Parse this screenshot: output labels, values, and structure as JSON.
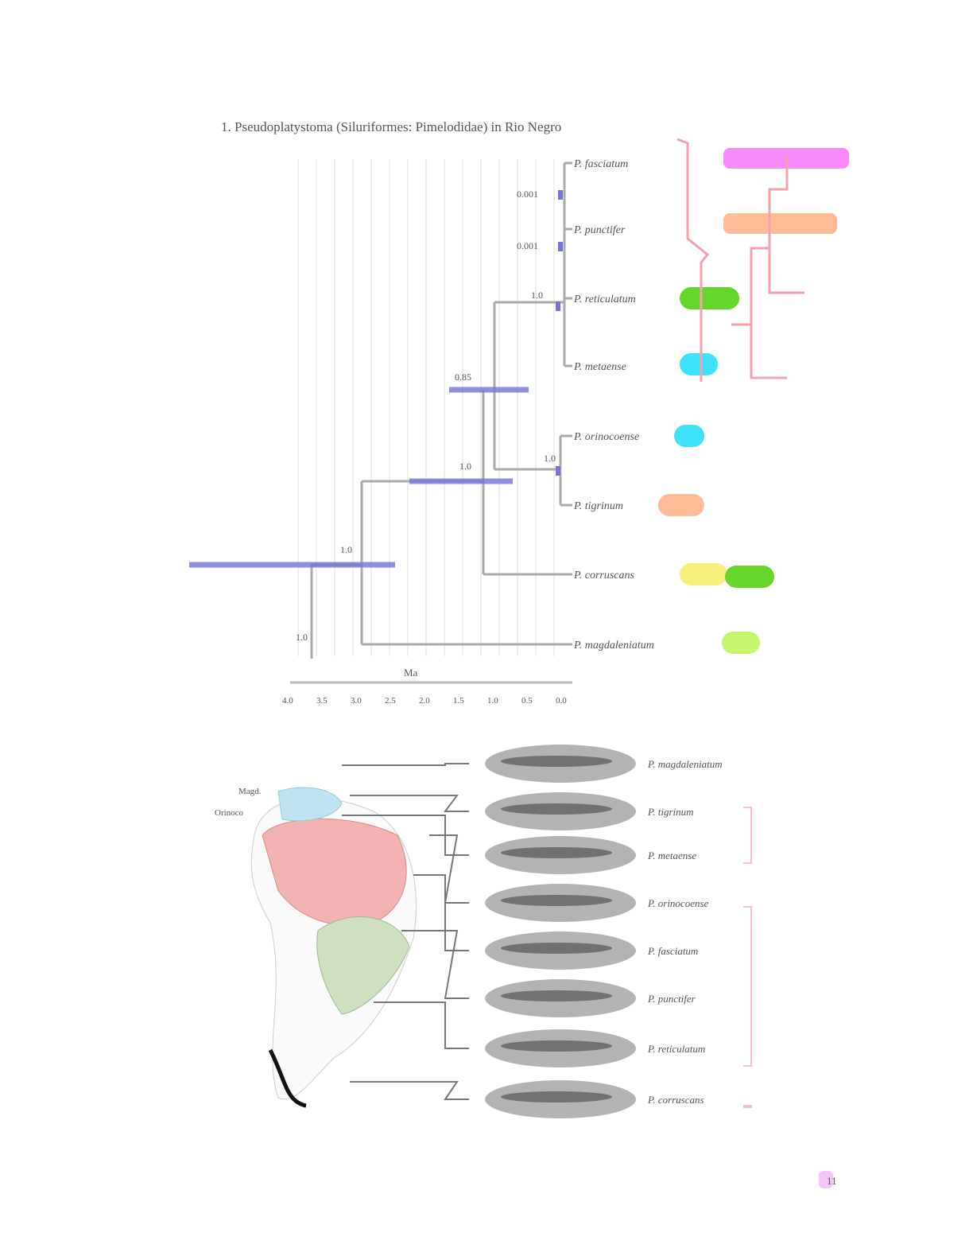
{
  "figure_title": "1.  Pseudoplatystoma (Siluriformes: Pimelodidae) in Rio Negro",
  "tree": {
    "taxa": [
      "P. fasciatum",
      "P. punctifer",
      "P. reticulatum",
      "P. metaense",
      "P. orinocoense",
      "P. tigrinum",
      "P. corruscans",
      "P. magdaleniatum"
    ],
    "node_labels": [
      "0.001",
      "0.001",
      "1.0",
      "0.85",
      "1.0",
      "1.0",
      "1.0",
      "1.0"
    ],
    "axis_label": "Ma",
    "axis_ticks": [
      "4.0",
      "3.5",
      "3.0",
      "2.5",
      "2.0",
      "1.5",
      "1.0",
      "0.5",
      "0.0"
    ]
  },
  "colors": {
    "magenta": "#f98af9",
    "orange": "#fdbb98",
    "green": "#66d62a",
    "cyan": "#3fe2fb",
    "yellow": "#f7f07a",
    "lime": "#c4f56a",
    "blue": "#7474d8",
    "pink": "#f4a0ae"
  },
  "map": {
    "species": [
      "P. magdaleniatum",
      "P. tigrinum",
      "P. metaense",
      "P. orinocoense",
      "P. fasciatum",
      "P. punctifer",
      "P. reticulatum",
      "P. corruscans"
    ],
    "region_labels": [
      "Magd.",
      "Orinoco"
    ]
  },
  "page_number": "11"
}
